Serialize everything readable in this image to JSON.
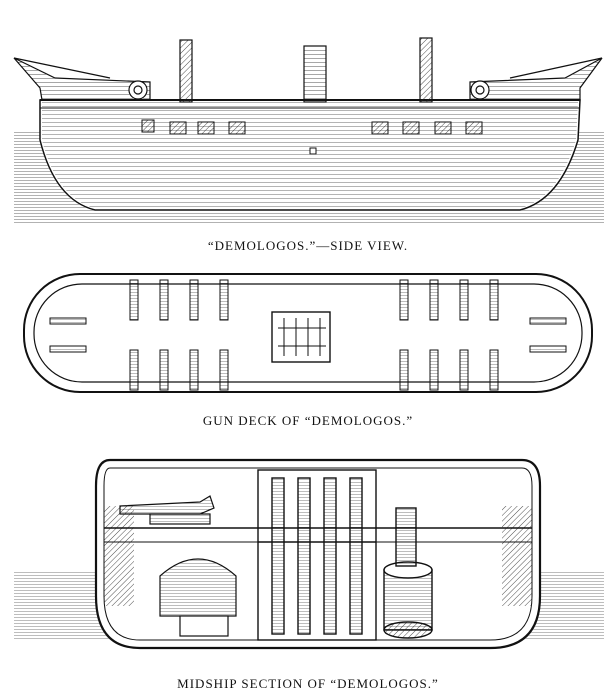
{
  "plates": [
    {
      "id": "side-view",
      "caption": "“DEMOLOGOS.”—SIDE VIEW."
    },
    {
      "id": "gun-deck",
      "caption": "GUN DECK OF “DEMOLOGOS.”"
    },
    {
      "id": "midship-section",
      "caption": "MIDSHIP SECTION OF “DEMOLOGOS.”"
    }
  ],
  "colors": {
    "ink": "#1a1a1a",
    "paper": "#ffffff"
  }
}
